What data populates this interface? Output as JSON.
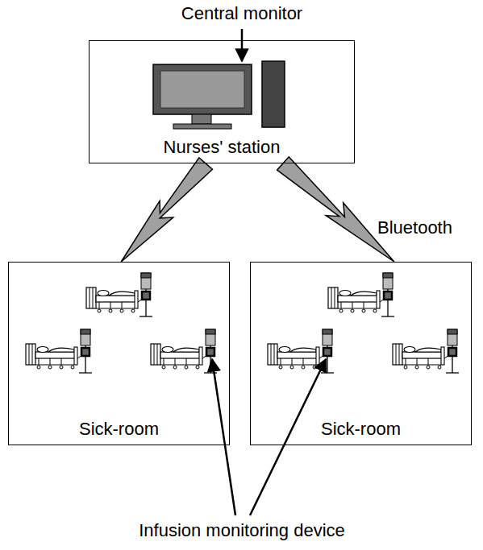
{
  "diagram": {
    "nodes": [
      {
        "text": [
          "Nurses' station"
        ]
      },
      {
        "text": [
          "Sick-room"
        ]
      },
      {
        "text": [
          "Sick-room"
        ]
      }
    ],
    "edges": [
      {
        "from": 0,
        "to": 1,
        "arrow": "none"
      },
      {
        "from": 0,
        "to": 2,
        "label": "Bluetooth",
        "arrow": "none"
      }
    ],
    "labels": [
      "Central monitor",
      "Infusion monitoring device"
    ]
  }
}
